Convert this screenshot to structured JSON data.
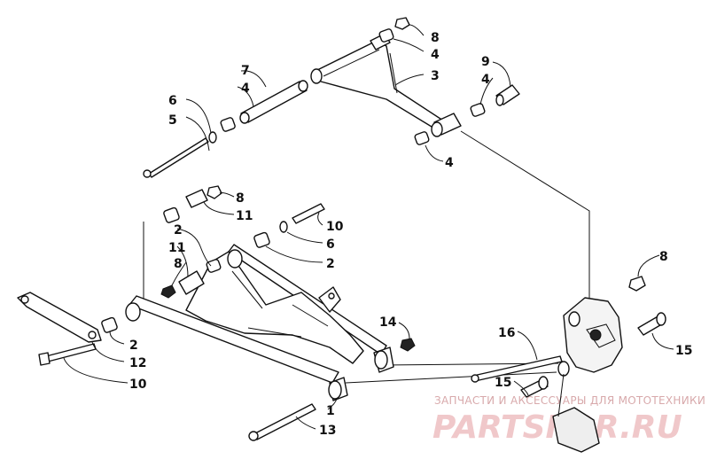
{
  "callouts": [
    {
      "id": "c8a",
      "label": "8"
    },
    {
      "id": "c4a",
      "label": "4"
    },
    {
      "id": "c3",
      "label": "3"
    },
    {
      "id": "c7",
      "label": "7"
    },
    {
      "id": "c4b",
      "label": "4"
    },
    {
      "id": "c9",
      "label": "9"
    },
    {
      "id": "c4c",
      "label": "4"
    },
    {
      "id": "c6a",
      "label": "6"
    },
    {
      "id": "c5",
      "label": "5"
    },
    {
      "id": "c4d",
      "label": "4"
    },
    {
      "id": "c8b",
      "label": "8"
    },
    {
      "id": "c11a",
      "label": "11"
    },
    {
      "id": "c10a",
      "label": "10"
    },
    {
      "id": "c2a",
      "label": "2"
    },
    {
      "id": "c6b",
      "label": "6"
    },
    {
      "id": "c11b",
      "label": "11"
    },
    {
      "id": "c2b",
      "label": "2"
    },
    {
      "id": "c8c",
      "label": "8"
    },
    {
      "id": "c8d",
      "label": "8"
    },
    {
      "id": "c14",
      "label": "14"
    },
    {
      "id": "c16",
      "label": "16"
    },
    {
      "id": "c15a",
      "label": "15"
    },
    {
      "id": "c2c",
      "label": "2"
    },
    {
      "id": "c12",
      "label": "12"
    },
    {
      "id": "c10b",
      "label": "10"
    },
    {
      "id": "c15b",
      "label": "15"
    },
    {
      "id": "c1",
      "label": "1"
    },
    {
      "id": "c13",
      "label": "13"
    }
  ],
  "watermark": {
    "caption": "ЗАПЧАСТИ И АКСЕССУАРЫ ДЛЯ МОТОТЕХНИКИ",
    "logo": "PARTSFOR.RU"
  }
}
